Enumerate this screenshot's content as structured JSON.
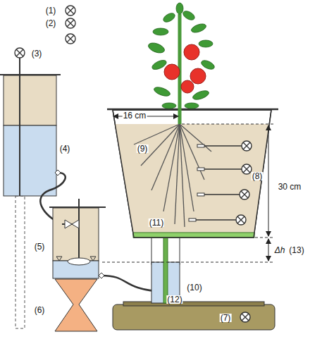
{
  "diagram": {
    "labels": [
      "(1)",
      "(2)",
      "(3)",
      "(4)",
      "(5)",
      "(6)",
      "(7)",
      "(8)",
      "(9)",
      "(10)",
      "(11)",
      "(12)",
      "16 cm",
      "30 cm",
      "Δh",
      "(13)"
    ]
  }
}
